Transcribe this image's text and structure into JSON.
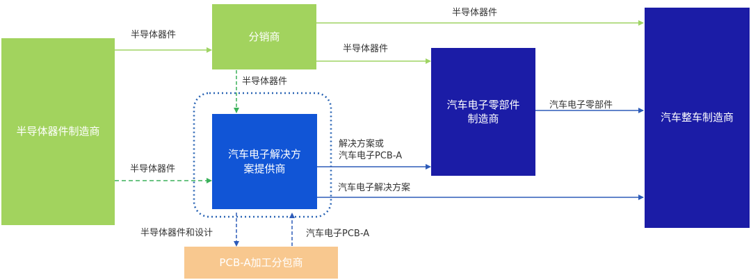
{
  "colors": {
    "green_box": "#a2d35e",
    "blue_solution": "#1155d6",
    "navy": "#1b1ca6",
    "orange_box": "#f8c88f",
    "green_arrow": "#9fd464",
    "green_dashed": "#3bb15a",
    "blue_arrow": "#2d5bb9",
    "dotted_outline": "#2a64b4"
  },
  "nodes": {
    "manufacturer": "半导体器件制造商",
    "distributor": "分销商",
    "solution_provider": "汽车电子解决方\n案提供商",
    "parts_maker": "汽车电子零部件\n制造商",
    "oem": "汽车整车制造商",
    "pcb_subcontractor": "PCB-A加工分包商"
  },
  "labels": {
    "mfr_to_dist": "半导体器件",
    "dist_to_oem": "半导体器件",
    "dist_to_parts": "半导体器件",
    "dist_to_solution": "半导体器件",
    "mfr_to_solution": "半导体器件",
    "solution_to_parts": "解决方案或\n汽车电子PCB-A",
    "solution_to_oem": "汽车电子解决方案",
    "parts_to_oem": "汽车电子零部件",
    "solution_to_pcb": "半导体器件和设计",
    "pcb_to_solution": "汽车电子PCB-A"
  }
}
